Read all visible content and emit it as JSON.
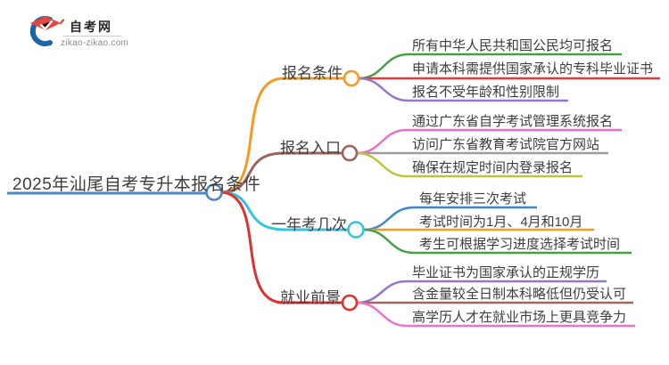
{
  "logo": {
    "site_name": "自考网",
    "site_url": "zikao-zikao.com",
    "icon": "graduation-cap-icon",
    "icon_colors": {
      "swoosh": "#1c64a8",
      "cap": "#e8453c"
    }
  },
  "central_topic": {
    "label": "2025年汕尾自考专升本报名条件",
    "color": "#4a86c8"
  },
  "branches": [
    {
      "label": "报名条件",
      "color": "#f59a23",
      "children": [
        {
          "label": "所有中华人民共和国公民均可报名",
          "color": "#43a047"
        },
        {
          "label": "申请本科需提供国家承认的专科毕业证书",
          "color": "#e53935"
        },
        {
          "label": "报名不受年龄和性别限制",
          "color": "#9575cd"
        }
      ]
    },
    {
      "label": "报名入口",
      "color": "#9e635c",
      "children": [
        {
          "label": "通过广东省自学考试管理系统报名",
          "color": "#ee6fc2"
        },
        {
          "label": "访问广东省教育考试院官方网站",
          "color": "#9e9e9e"
        },
        {
          "label": "确保在规定时间内登录报名",
          "color": "#bfc33a"
        }
      ]
    },
    {
      "label": "一年考几次",
      "color": "#35c3e0",
      "children": [
        {
          "label": "每年安排三次考试",
          "color": "#3e86cc"
        },
        {
          "label": "考试时间为1月、4月和10月",
          "color": "#f59a23"
        },
        {
          "label": "考生可根据学习进度选择考试时间",
          "color": "#43a047"
        }
      ]
    },
    {
      "label": "就业前景",
      "color": "#e03131",
      "children": [
        {
          "label": "毕业证书为国家承认的正规学历",
          "color": "#9575cd"
        },
        {
          "label": "含金量较全日制本科略低但仍受认可",
          "color": "#a3655a"
        },
        {
          "label": "高学历人才在就业市场上更具竞争力",
          "color": "#ef72c8"
        }
      ]
    }
  ]
}
